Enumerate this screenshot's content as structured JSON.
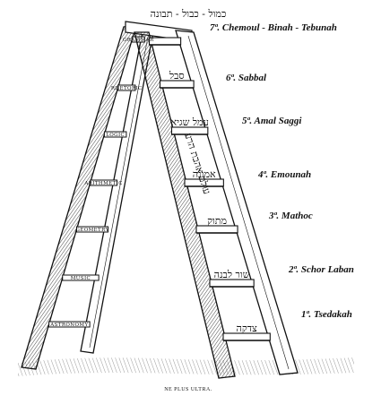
{
  "title_hebrew": "כמול - כבול - תבונה",
  "caption": "NE PLUS ULTRA.",
  "liberal_arts": [
    "GRAMMAR",
    "RHETORIC",
    "LOGIC",
    "ARITHMETIC",
    "GEOMETRY",
    "MUSIC",
    "ASTRONOMY"
  ],
  "rungs": [
    {
      "hebrew": "",
      "label": "7ª. Chemoul - Binah - Tebunah"
    },
    {
      "hebrew": "סבל",
      "label": "6ª. Sabbal"
    },
    {
      "hebrew": "עמל שגיא",
      "label": "5ª. Amal Saggi"
    },
    {
      "hebrew": "אמונה",
      "label": "4ª. Emounah"
    },
    {
      "hebrew": "מתוק",
      "label": "3ª. Mathoc"
    },
    {
      "hebrew": "שור לבנה",
      "label": "2ª. Schor Laban"
    },
    {
      "hebrew": "צדקה",
      "label": "1ª. Tsedakah"
    }
  ],
  "rail_hebrew": "עולם אהבת הרע",
  "colors": {
    "ink": "#111111",
    "hatch": "#333333",
    "paper": "#ffffff"
  }
}
